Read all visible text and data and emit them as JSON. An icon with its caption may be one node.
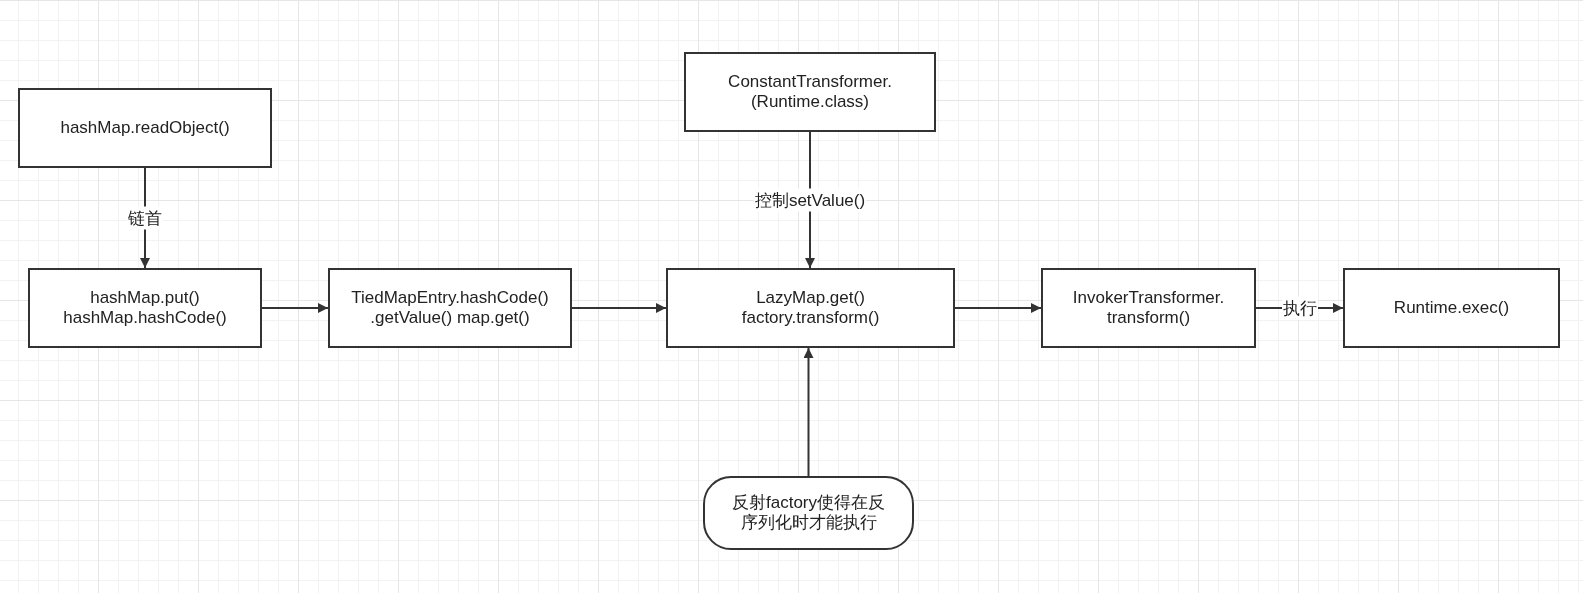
{
  "diagram": {
    "nodes": [
      {
        "text": [
          "hashMap.readObject()"
        ]
      },
      {
        "text": [
          "hashMap.put() hashMap.hashCode()"
        ]
      },
      {
        "text": [
          "TiedMapEntry.hashCode() .getValue() map.get()"
        ]
      },
      {
        "text": [
          "ConstantTransformer. (Runtime.class)"
        ]
      },
      {
        "text": [
          "LazyMap.get() factory.transform()"
        ]
      },
      {
        "text": [
          "InvokerTransformer. transform()"
        ]
      },
      {
        "text": [
          "Runtime.exec()"
        ]
      },
      {
        "text": [
          "反射factory使得在反序列化时才能执行"
        ]
      }
    ],
    "edges": [
      {
        "from": 0,
        "to": 1,
        "arrow": "to",
        "label": "链首"
      },
      {
        "from": 1,
        "to": 2,
        "arrow": "to"
      },
      {
        "from": 2,
        "to": 4,
        "arrow": "to"
      },
      {
        "from": 3,
        "to": 4,
        "arrow": "to",
        "label": "控制setValue()"
      },
      {
        "from": 4,
        "to": 5,
        "arrow": "to"
      },
      {
        "from": 5,
        "to": 6,
        "arrow": "to",
        "label": "执行"
      },
      {
        "from": 7,
        "to": 4,
        "arrow": "to"
      }
    ]
  }
}
